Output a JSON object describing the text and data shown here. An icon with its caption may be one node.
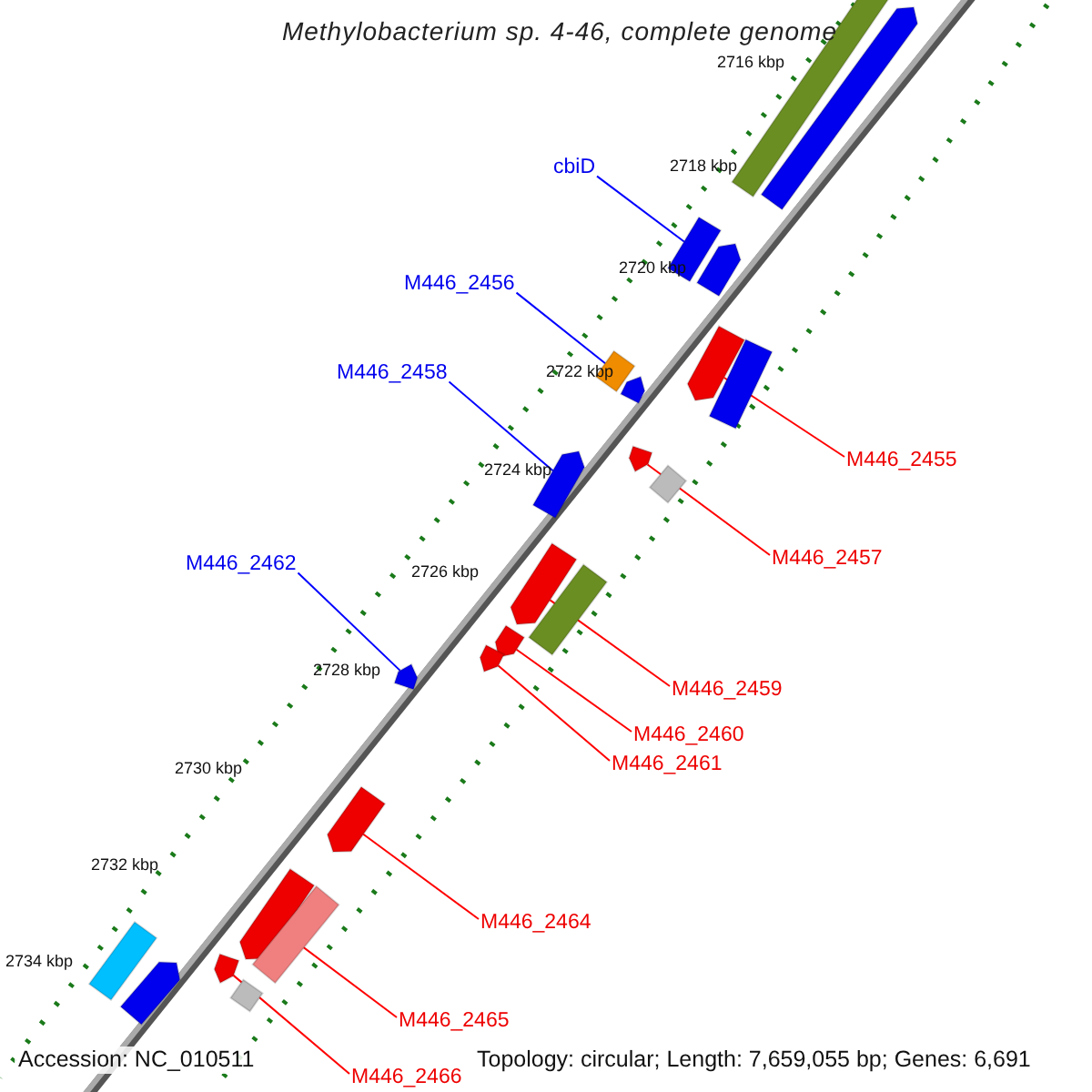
{
  "diagram": {
    "title": "Methylobacterium sp. 4-46, complete genome",
    "nodes": [
      {
        "text": [
          "cbiD"
        ]
      },
      {
        "text": [
          "M446_2456"
        ]
      },
      {
        "text": [
          "M446_2458"
        ]
      },
      {
        "text": [
          "M446_2462"
        ]
      },
      {
        "text": [
          "M446_2455"
        ]
      },
      {
        "text": [
          "M446_2457"
        ]
      },
      {
        "text": [
          "M446_2459"
        ]
      },
      {
        "text": [
          "M446_2460"
        ]
      },
      {
        "text": [
          "M446_2461"
        ]
      },
      {
        "text": [
          "M446_2464"
        ]
      },
      {
        "text": [
          "M446_2465"
        ]
      },
      {
        "text": [
          "M446_2466"
        ]
      },
      {
        "text": [],
        "shape": "bar"
      },
      {
        "text": [],
        "shape": "bar"
      },
      {
        "text": [],
        "shape": "bar"
      },
      {
        "text": [],
        "shape": "bar"
      },
      {
        "text": [],
        "shape": "bar"
      },
      {
        "text": [],
        "shape": "bar"
      },
      {
        "text": [],
        "shape": "bar"
      },
      {
        "text": [],
        "shape": "bar"
      },
      {
        "text": [],
        "shape": "bar"
      },
      {
        "text": [],
        "shape": "bar"
      },
      {
        "text": [],
        "shape": "bar"
      },
      {
        "text": [],
        "shape": "bar"
      },
      {
        "text": [],
        "shape": "bar"
      },
      {
        "text": [],
        "shape": "bar"
      },
      {
        "text": [],
        "shape": "bar"
      },
      {
        "text": [],
        "shape": "bar"
      },
      {
        "text": [],
        "shape": "bar"
      },
      {
        "text": [],
        "shape": "bar"
      },
      {
        "text": [],
        "shape": "bar"
      },
      {
        "text": [],
        "shape": "bar"
      },
      {
        "text": [],
        "shape": "bar"
      },
      {
        "text": [],
        "shape": "bar"
      },
      {
        "text": [],
        "shape": "bar"
      }
    ],
    "edges": [
      {
        "from": 0,
        "to": 12,
        "arrow": "none",
        "color": "#0000ff"
      },
      {
        "from": 1,
        "to": 13,
        "arrow": "none",
        "color": "#0000ff"
      },
      {
        "from": 2,
        "to": 14,
        "arrow": "none",
        "color": "#0000ff"
      },
      {
        "from": 3,
        "to": 15,
        "arrow": "none",
        "color": "#0000ff"
      },
      {
        "from": 4,
        "to": 16,
        "arrow": "none"
      },
      {
        "from": 5,
        "to": 17,
        "arrow": "none"
      },
      {
        "from": 6,
        "to": 18,
        "arrow": "none"
      },
      {
        "from": 7,
        "to": 19,
        "arrow": "none"
      },
      {
        "from": 8,
        "to": 20,
        "arrow": "none"
      },
      {
        "from": 9,
        "to": 21,
        "arrow": "none"
      },
      {
        "from": 10,
        "to": 22,
        "arrow": "none"
      },
      {
        "from": 11,
        "to": 23,
        "arrow": "none"
      }
    ],
    "labels": [
      "2716 kbp",
      "2718 kbp",
      "2720 kbp",
      "2722 kbp",
      "2724 kbp",
      "2726 kbp",
      "2728 kbp",
      "2730 kbp",
      "2732 kbp",
      "2734 kbp",
      "Accession: NC_010511",
      "Topology: circular; Length: 7,659,055 bp; Genes: 6,691"
    ]
  }
}
